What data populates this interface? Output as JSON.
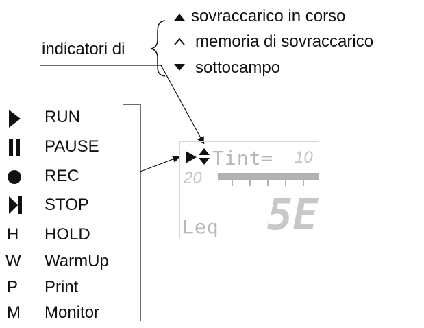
{
  "callout": {
    "label": "indicatori di",
    "items": [
      {
        "icon": "triangle-up-filled-icon",
        "text": "sovraccarico in corso"
      },
      {
        "icon": "caret-up-outline-icon",
        "text": "memoria di sovraccarico"
      },
      {
        "icon": "triangle-down-filled-icon",
        "text": "sottocampo"
      }
    ]
  },
  "legend": [
    {
      "symbol": "play-icon",
      "label": "RUN"
    },
    {
      "symbol": "pause-icon",
      "label": "PAUSE"
    },
    {
      "symbol": "record-dot-icon",
      "label": "REC"
    },
    {
      "symbol": "stop-icon",
      "label": "STOP"
    },
    {
      "symbol": "H",
      "label": "HOLD"
    },
    {
      "symbol": "W",
      "label": "WarmUp"
    },
    {
      "symbol": "P",
      "label": "Print"
    },
    {
      "symbol": "M",
      "label": "Monitor"
    }
  ],
  "display": {
    "tint_label": "Tint=",
    "tint_value": "10",
    "scale_value": "20",
    "leq_label": "Leq",
    "big_value": "5E"
  }
}
